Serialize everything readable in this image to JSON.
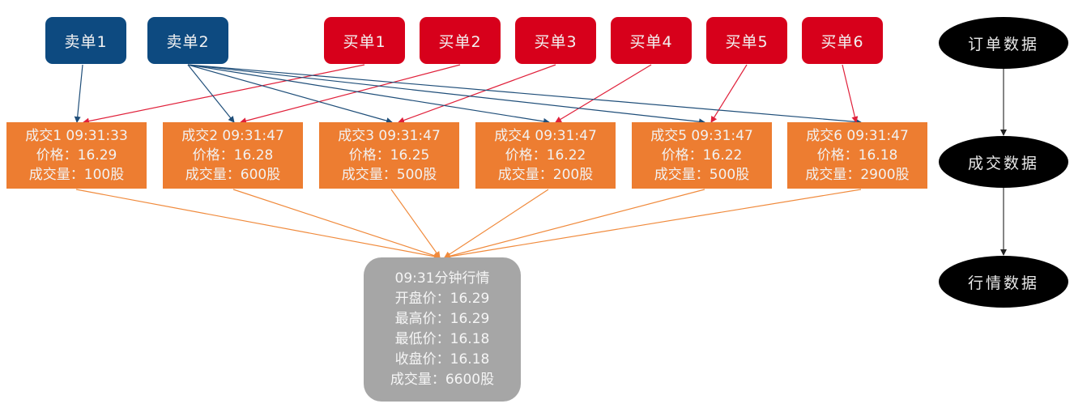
{
  "sell_orders": [
    {
      "label": "卖单1"
    },
    {
      "label": "卖单2"
    }
  ],
  "buy_orders": [
    {
      "label": "买单1"
    },
    {
      "label": "买单2"
    },
    {
      "label": "买单3"
    },
    {
      "label": "买单4"
    },
    {
      "label": "买单5"
    },
    {
      "label": "买单6"
    }
  ],
  "trades": [
    {
      "title": "成交1 09:31:33",
      "price": "价格：16.29",
      "volume": "成交量：100股",
      "sell": 1,
      "buy": 1
    },
    {
      "title": "成交2 09:31:47",
      "price": "价格：16.28",
      "volume": "成交量：600股",
      "sell": 2,
      "buy": 2
    },
    {
      "title": "成交3 09:31:47",
      "price": "价格：16.25",
      "volume": "成交量：500股",
      "sell": 2,
      "buy": 3
    },
    {
      "title": "成交4 09:31:47",
      "price": "价格：16.22",
      "volume": "成交量：200股",
      "sell": 2,
      "buy": 4
    },
    {
      "title": "成交5 09:31:47",
      "price": "价格：16.22",
      "volume": "成交量：500股",
      "sell": 2,
      "buy": 5
    },
    {
      "title": "成交6 09:31:47",
      "price": "价格：16.18",
      "volume": "成交量：2900股",
      "sell": 2,
      "buy": 6
    }
  ],
  "minute_bar": {
    "title": "09:31分钟行情",
    "open": "开盘价：16.29",
    "high": "最高价：16.29",
    "low": "最低价：16.18",
    "close": "收盘价：16.18",
    "volume": "成交量：6600股"
  },
  "legend": [
    {
      "label": "订单数据"
    },
    {
      "label": "成交数据"
    },
    {
      "label": "行情数据"
    }
  ],
  "colors": {
    "sell": "#0d4a80",
    "buy": "#d7001b",
    "trade": "#ed7d31",
    "minute": "#a6a6a6",
    "legend": "#000000"
  }
}
